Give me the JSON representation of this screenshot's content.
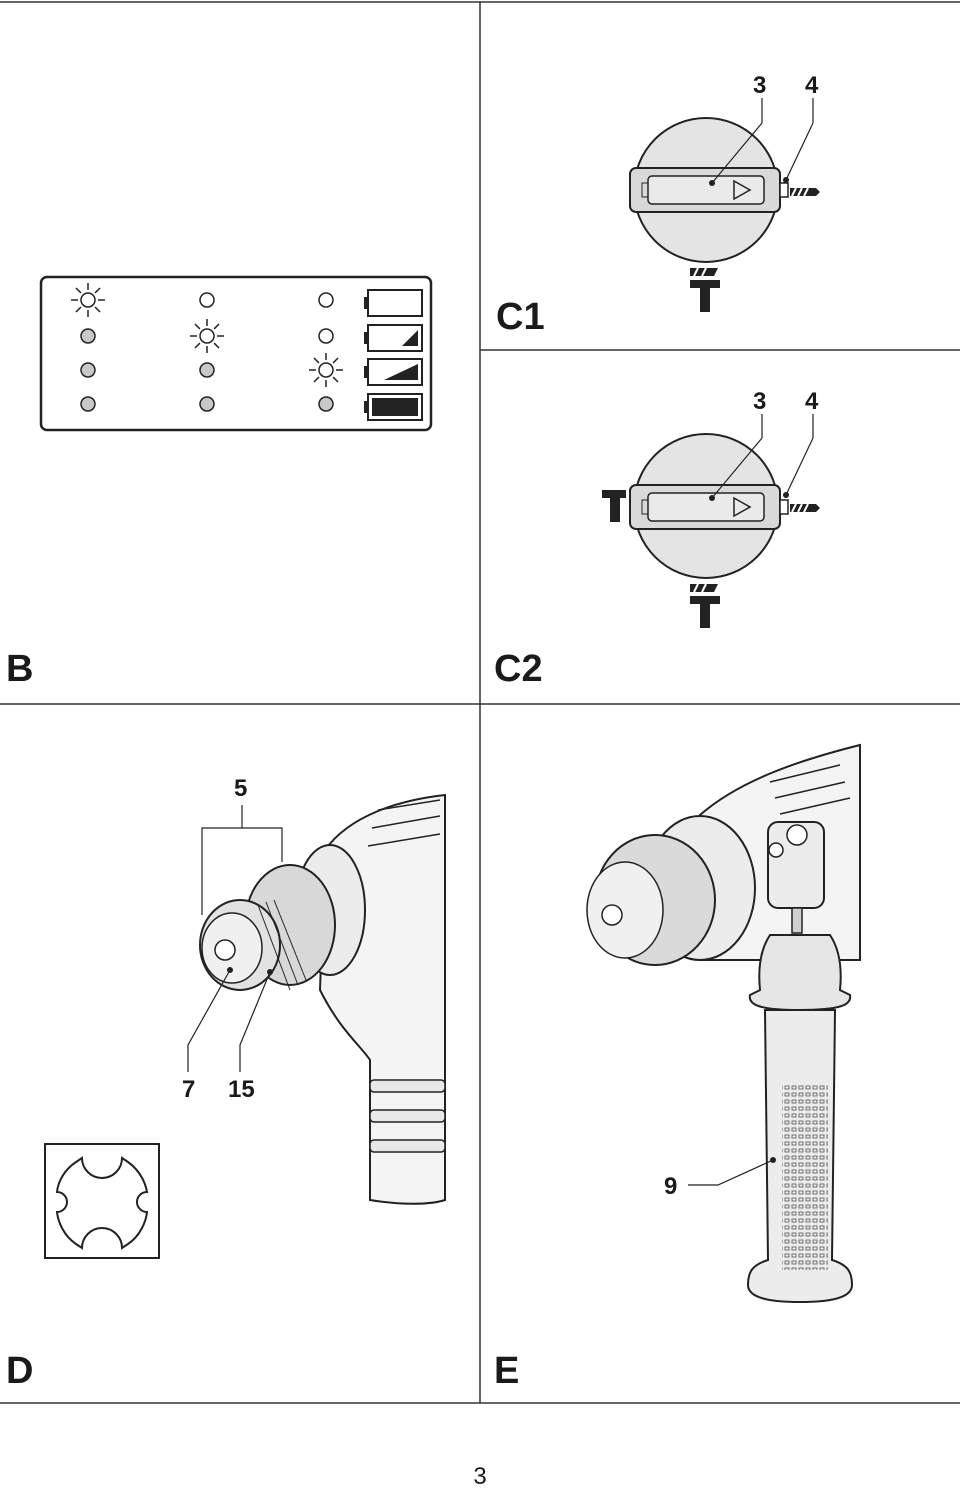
{
  "panels": {
    "b": {
      "label": "B"
    },
    "c1": {
      "label": "C1",
      "callouts": [
        "3",
        "4"
      ]
    },
    "c2": {
      "label": "C2",
      "callouts": [
        "3",
        "4"
      ]
    },
    "d": {
      "label": "D",
      "callouts": [
        "5",
        "7",
        "15"
      ]
    },
    "e": {
      "label": "E",
      "callouts": [
        "9"
      ]
    }
  },
  "battery_gauge": {
    "columns": 3,
    "rows": 4,
    "lit_led": [
      [
        0,
        0
      ],
      [
        1,
        1
      ],
      [
        2,
        2
      ]
    ],
    "battery_levels": [
      "empty",
      "low",
      "medium",
      "full"
    ]
  },
  "page_number": "3"
}
